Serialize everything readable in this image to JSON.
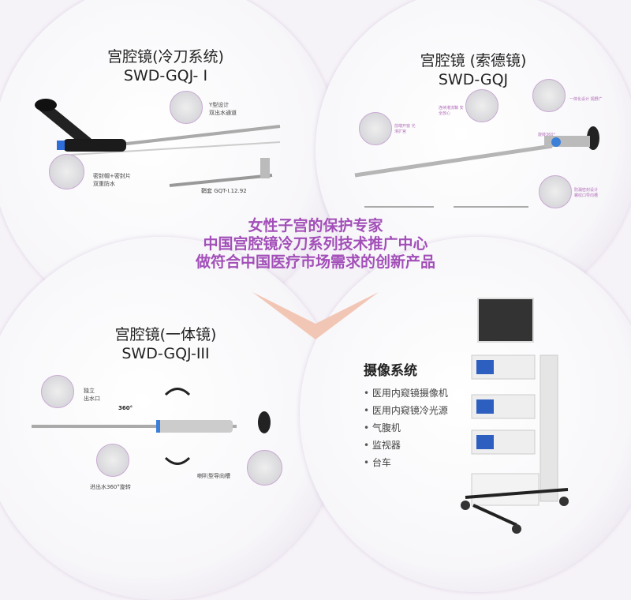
{
  "panels": [
    {
      "title": "宫腔镜(冷刀系统)",
      "model": "SWD-GQJ- I",
      "labels": [
        "Y型设计",
        "双出水通道",
        "密封帽+密封片",
        "双重防水",
        "鞘套  GQT-I.12.92"
      ]
    },
    {
      "title": "宫腔镜 (索德镜)",
      "model": "SWD-GQJ",
      "labels": [
        "一体化设计 视野广",
        "连续灌流鞘 安全放心",
        "前端开窗 光滑扩宫",
        "旋转360°",
        "防漏密封设计 螺纹口导向槽"
      ]
    },
    {
      "title": "宫腔镜(一体镜)",
      "model": "SWD-GQJ-III",
      "labels": [
        "独立",
        "出水口",
        "360°",
        "喇叭型导向槽",
        "进出水360°旋转"
      ]
    }
  ],
  "slogan": [
    "女性子宫的保护专家",
    "中国宫腔镜冷刀系列技术推广中心",
    "做符合中国医疗市场需求的创新产品"
  ],
  "camera": {
    "title": "摄像系统",
    "items": [
      "医用内窥镜摄像机",
      "医用内窥镜冷光源",
      "气腹机",
      "监视器",
      "台车"
    ]
  },
  "colors": {
    "accent": "#a24fb8",
    "rim": "#b491c6"
  }
}
